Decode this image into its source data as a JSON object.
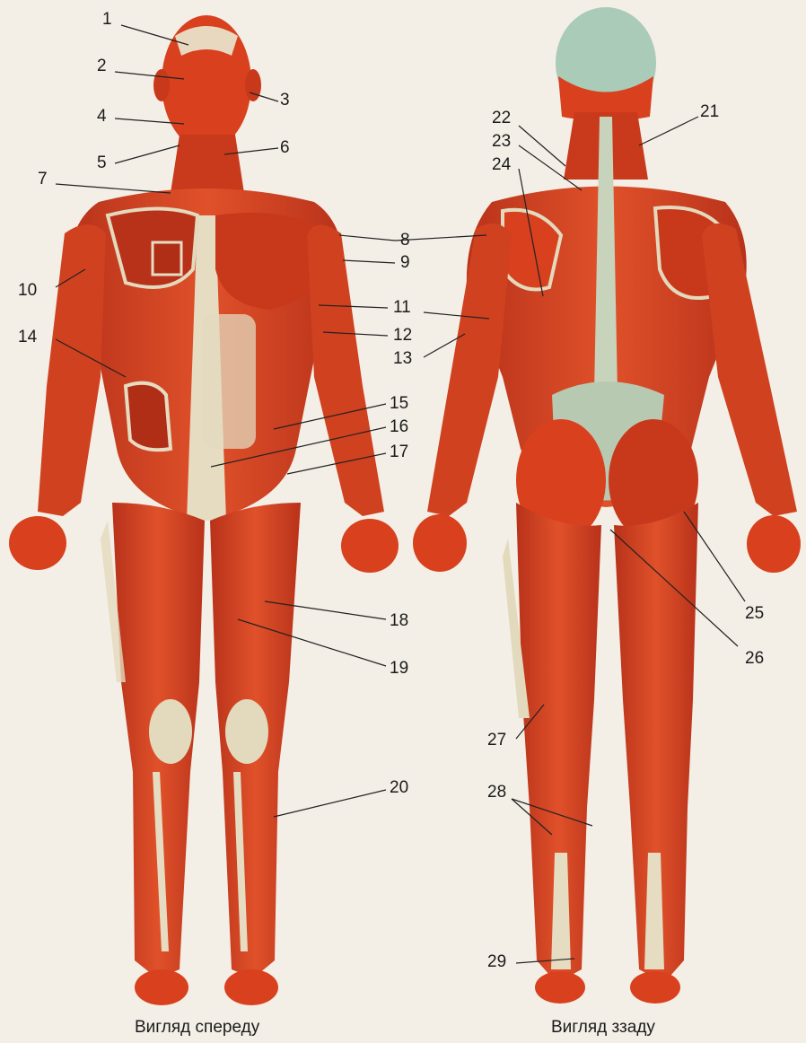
{
  "labels": [
    "1",
    "2",
    "3",
    "4",
    "5",
    "6",
    "7",
    "8",
    "9",
    "10",
    "11",
    "12",
    "13",
    "14",
    "15",
    "16",
    "17",
    "18",
    "19",
    "20",
    "21",
    "22",
    "23",
    "24",
    "25",
    "26",
    "27",
    "28",
    "29"
  ],
  "captions": {
    "front": "Вигляд спереду",
    "back": "Вигляд ззаду"
  },
  "colors": {
    "background": "#f3efe6",
    "muscle": "#d8401e",
    "muscle_dark": "#a82a14",
    "tendon": "#d9dcc6",
    "skull": "#a9cbb8",
    "line": "#222222"
  }
}
